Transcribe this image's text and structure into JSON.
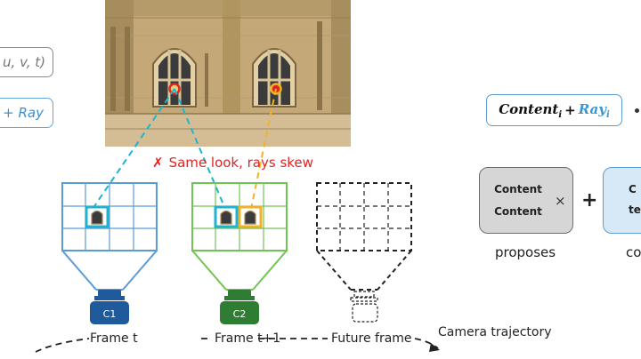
{
  "left_pills": {
    "gray_text": "u, v, t)",
    "blue_text": "+ Ray"
  },
  "skew_label": {
    "mark": "✗",
    "text": "Same look, rays skew"
  },
  "cameras": [
    {
      "badge": "C1",
      "caption": "Frame t"
    },
    {
      "badge": "C2",
      "caption": "Frame t+1"
    },
    {
      "badge": "",
      "caption": "Future frame"
    }
  ],
  "trajectory_label": "Camera trajectory",
  "formula": {
    "content": "Content",
    "content_sub": "i",
    "plus": "+",
    "ray": "Ray",
    "ray_sub": "i"
  },
  "gray_card": {
    "line1": "Content",
    "line2": "Content",
    "times": "×",
    "caption": "proposes"
  },
  "blue_card": {
    "line1": "C",
    "line2": "te",
    "caption": "co"
  },
  "plus_sign": "+",
  "colors": {
    "blue_camera": "#5b9bd5",
    "green_camera": "#70c454",
    "badge_blue": "#1f5a9c",
    "badge_green": "#2e7d32",
    "red_text": "#e02424",
    "ray_orange": "#f0b323",
    "ray_cyan": "#1fb3d0"
  }
}
